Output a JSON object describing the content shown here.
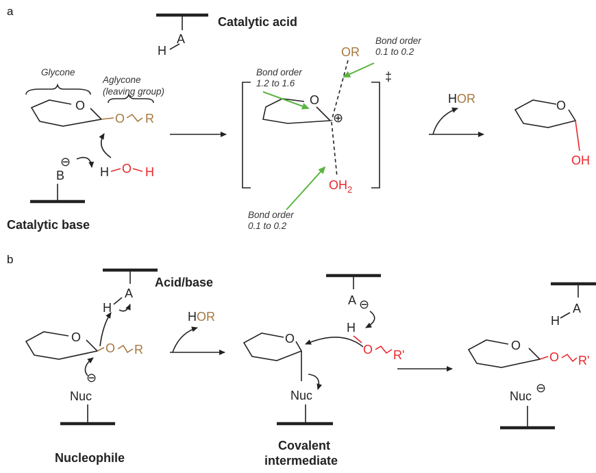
{
  "panel_a": {
    "label": "a",
    "catalytic_acid": "Catalytic acid",
    "acid_H": "H",
    "acid_A": "A",
    "glycone": "Glycone",
    "aglycone_line1": "Aglycone",
    "aglycone_line2": "(leaving group)",
    "ring_O": "O",
    "sub_O": "O",
    "sub_R": "R",
    "base_B": "B",
    "minus": "⊖",
    "water_H1": "H",
    "water_O": "O",
    "water_H2": "H",
    "catalytic_base": "Catalytic base",
    "ts_OR": "OR",
    "ts_O": "O",
    "plus": "⊕",
    "ts_OH2": "OH",
    "ts_OH2_sub": "2",
    "dagger": "‡",
    "bo1_line1": "Bond order",
    "bo1_line2": "1.2 to 1.6",
    "bo2_line1": "Bond order",
    "bo2_line2": "0.1 to 0.2",
    "bo3_line1": "Bond order",
    "bo3_line2": "0.1 to 0.2",
    "hor_H": "H",
    "hor_OR": "OR",
    "prod_O": "O",
    "prod_OH": "OH"
  },
  "panel_b": {
    "label": "b",
    "acid_base": "Acid/base",
    "A1": "A",
    "H1": "H",
    "ring_O1": "O",
    "sub_O1": "O",
    "sub_R1": "R",
    "nuc1": "Nuc",
    "minus": "⊖",
    "hor_H": "H",
    "hor_OR": "OR",
    "ring_O2": "O",
    "nuc2": "Nuc",
    "A2": "A",
    "H2": "H",
    "O2": "O",
    "R2": "R'",
    "ring_O3": "O",
    "sub_O3": "O",
    "sub_R3": "R'",
    "H3": "H",
    "A3": "A",
    "nuc3": "Nuc",
    "nucleophile": "Nucleophile",
    "covalent_line1": "Covalent",
    "covalent_line2": "intermediate"
  }
}
